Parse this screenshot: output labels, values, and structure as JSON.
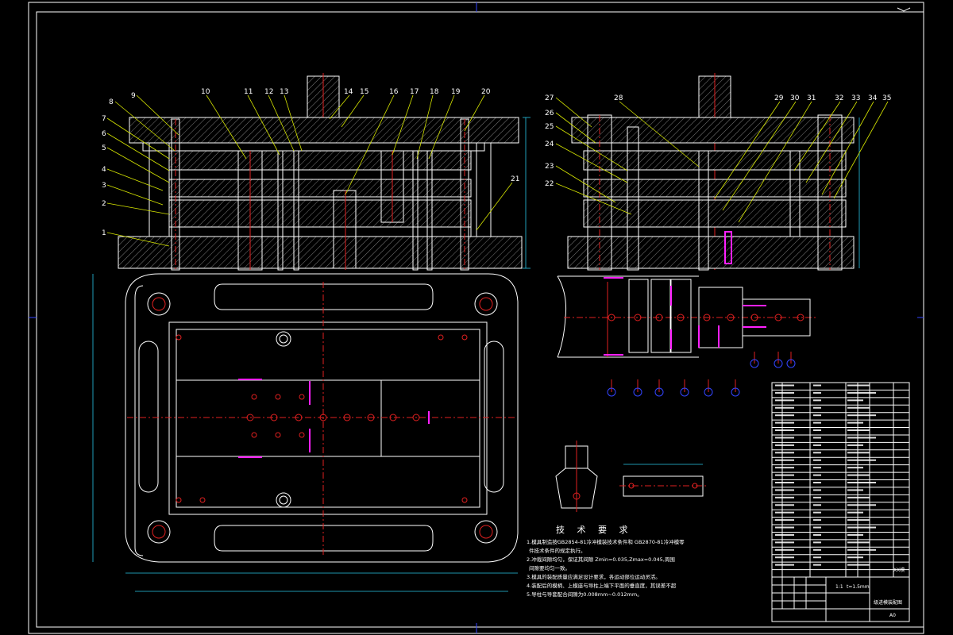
{
  "drawing": {
    "part_labels": [
      "1",
      "2",
      "3",
      "4",
      "5",
      "6",
      "7",
      "8",
      "9",
      "10",
      "11",
      "12",
      "13",
      "14",
      "15",
      "16",
      "17",
      "18",
      "19",
      "20",
      "21",
      "22",
      "23",
      "24",
      "25",
      "26",
      "27",
      "28",
      "29",
      "30",
      "31",
      "32",
      "33",
      "34",
      "35"
    ],
    "tech_requirements": {
      "title": "技 术 要 求",
      "lines": [
        "1.模具制造按GB2854-81冷冲模装技术条件和 GB2870-81冷冲模零",
        "件技术条件的规定执行。",
        "2.冲裁间隙均匀，保证其间隙 Zmin=0.035,Zmax=0.045,周围",
        "间隙要均匀一致。",
        "3.模具的装配质量应满足设计要求，各运动部位运动灵活。",
        "4.装配后的模柄、上模座与导柱上端下平面的垂直度，其误差不超",
        "5.导柱与导套配合间隙为0.008mm~0.012mm。"
      ]
    },
    "title_block": {
      "scale": "1:1",
      "material": "t=1.5mm",
      "part_name": "XX模",
      "sheet": "A0",
      "drawing_name": "级进模装配图"
    },
    "colors": {
      "background": "#000000",
      "outline": "#ffffff",
      "center_line": "#e02020",
      "dimension": "#29c6e6",
      "leader": "#d7e600",
      "highlight": "#ff20ff",
      "frame": "#3344ff"
    }
  }
}
